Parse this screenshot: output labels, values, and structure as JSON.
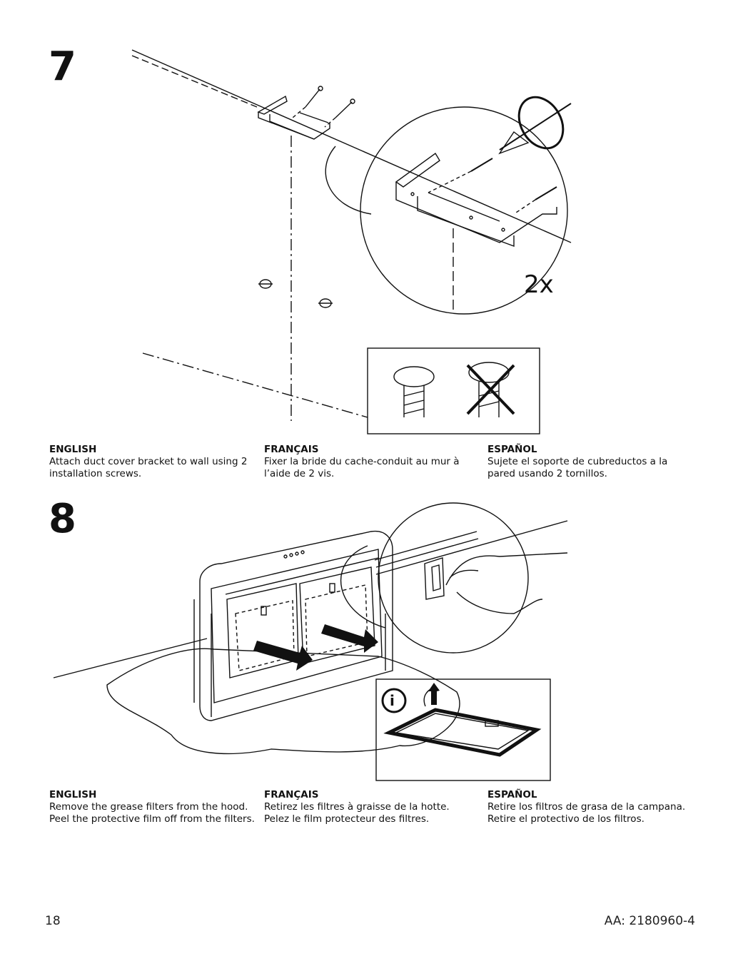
{
  "steps": [
    {
      "number": "7",
      "multiplier": "2x",
      "instructions": [
        {
          "lang": "ENGLISH",
          "text": "Attach duct cover bracket to wall using 2 installation screws."
        },
        {
          "lang": "FRANÇAIS",
          "text": "Fixer la bride du cache-conduit au mur à l’aide de 2 vis."
        },
        {
          "lang": "ESPAÑOL",
          "text": "Sujete el soporte de cubreductos a la pared usando 2 tornillos."
        }
      ]
    },
    {
      "number": "8",
      "info_icon": "info-icon",
      "instructions": [
        {
          "lang": "ENGLISH",
          "text": "Remove the grease filters from the hood. Peel the protective film off from the filters."
        },
        {
          "lang": "FRANÇAIS",
          "text": "Retirez les filtres à graisse de la hotte. Pelez le film protecteur des filtres."
        },
        {
          "lang": "ESPAÑOL",
          "text": "Retire los filtros de grasa de la campana. Retire el protectivo de los filtros."
        }
      ]
    }
  ],
  "footer": {
    "page_number": "18",
    "doc_code": "AA: 2180960-4"
  }
}
